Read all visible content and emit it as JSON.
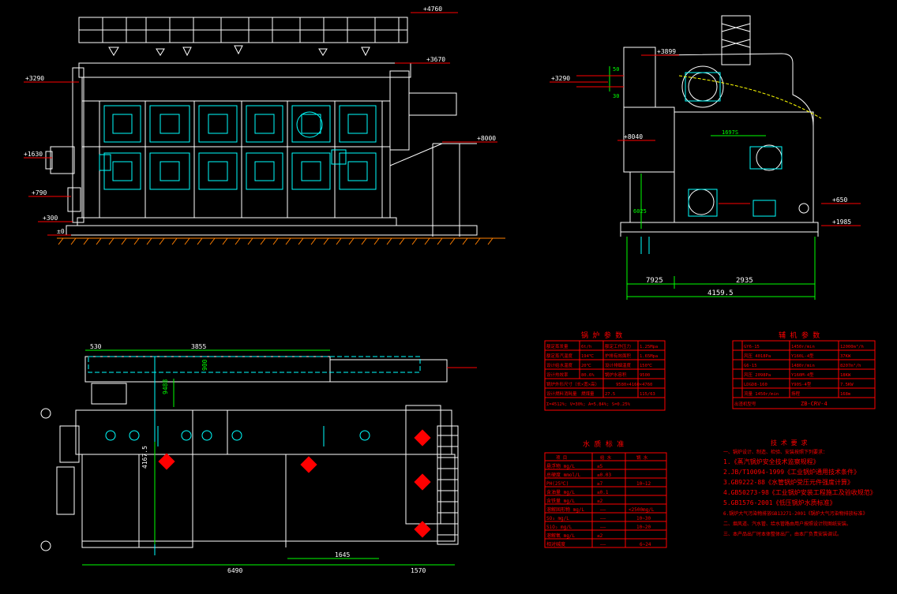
{
  "colors": {
    "background": "#000000",
    "outline": "#ffffff",
    "dim": "#00ff00",
    "red": "#ff0000",
    "cyan": "#00ffff",
    "yellow": "#ffff00",
    "magenta": "#ff00ff"
  },
  "front_view": {
    "levels": [
      "+4760",
      "+3670",
      "+3290",
      "+8000",
      "+1630",
      "+790",
      "+300",
      "±0"
    ]
  },
  "side_view": {
    "levels": [
      "+3899",
      "+3290",
      "+8040",
      "+650",
      "+1985"
    ],
    "dims": [
      "1697S",
      "7925",
      "2935",
      "4159.5",
      "6025"
    ],
    "ticks": [
      "50",
      "30"
    ]
  },
  "plan_view": {
    "dims": [
      "530",
      "3855",
      "6490",
      "1645",
      "1570",
      "4167.5",
      "9488",
      "900"
    ]
  },
  "boiler_params": {
    "title": "锅 炉 参 数",
    "rows": [
      {
        "a": "额定蒸发量",
        "b": "6t/h",
        "c": "额定工作压力",
        "d": "1.25Mpa"
      },
      {
        "a": "额定蒸汽温度",
        "b": "194℃",
        "c": "炉排有效面积",
        "d": "1.65Mpa"
      },
      {
        "a": "设计给水温度",
        "b": "20℃",
        "c": "设计排烟温度",
        "d": "150℃"
      },
      {
        "a": "设计热效率",
        "b": "80.6%",
        "c": "锅炉水容积",
        "d": "9500"
      },
      {
        "a": "锅炉外形尺寸（长×宽×高）",
        "b": "",
        "c": "",
        "d": "9580×4160×4760"
      },
      {
        "a": "设计燃料消耗量",
        "b": "燃煤量",
        "c": "27.5",
        "d": "115/63"
      },
      {
        "a": "Σ=4512%; V=30%; A=5.84%; S=0.25%",
        "b": "",
        "c": "",
        "d": ""
      }
    ]
  },
  "aux_params": {
    "title": "辅 机 参 数",
    "rows": [
      {
        "a": "GY6-15",
        "b": "1450r/min",
        "c": "12000m³/h"
      },
      {
        "a": "风压 4018Pa",
        "b": "Y160L-4型",
        "c": "37KW"
      },
      {
        "a": "G6-15",
        "b": "1480r/min",
        "c": "8207m³/h"
      },
      {
        "a": "风压 2098Pa",
        "b": "Y160M-4型",
        "c": "18KW"
      },
      {
        "a": "LDGD8-160",
        "b": "Y90S-4型",
        "c": "7.5KW"
      },
      {
        "a": "流量 1450r/min",
        "b": "扬程",
        "c": "168m"
      },
      {
        "a": "出渣机型号",
        "b": "",
        "c": "ZB-CRV-4"
      }
    ]
  },
  "water_quality": {
    "title": "水 质 标 准",
    "header": [
      "项 目",
      "给 水",
      "锅 水"
    ],
    "rows": [
      {
        "a": "悬浮物 mg/L",
        "b": "≤5",
        "c": ""
      },
      {
        "a": "总硬度 mmol/L",
        "b": "≤0.03",
        "c": ""
      },
      {
        "a": "PH(25℃)",
        "b": "≥7",
        "c": "10~12"
      },
      {
        "a": "含油量 mg/L",
        "b": "≤0.1",
        "c": ""
      },
      {
        "a": "含铁量 mg/L",
        "b": "≤2",
        "c": ""
      },
      {
        "a": "溶解固形物 mg/L",
        "b": "——",
        "c": "<2500mg/L"
      },
      {
        "a": "SO₃ mg/L",
        "b": "——",
        "c": "10~30"
      },
      {
        "a": "SiO₂ mg/L",
        "b": "——",
        "c": "10~20"
      },
      {
        "a": "溶解氧 mg/L",
        "b": "≤2",
        "c": ""
      },
      {
        "a": "相对碱度",
        "b": "——",
        "c": "6~24"
      }
    ]
  },
  "notes": {
    "title": "技 术 要 求",
    "lines": [
      "一、锅炉设计、制造、检验、安装按照下列要求：",
      "1.《蒸汽锅炉安全技术监察规程》",
      "2.JB/T10094-1999《工业锅炉通用技术条件》",
      "3.GB9222-88《水管锅炉受压元件强度计算》",
      "4.GB50273-98《工业锅炉安装工程施工及验收规范》",
      "5.GB1576-2001《低压锅炉水质标准》",
      "6.锅炉大气污染物排放GB13271-2001《锅炉大气污染物排放标准》",
      "二、烟风道、汽水管、给水管路由用户按照设计院图纸安装。",
      "三、本产品出厂时本体整体出厂，由本厂负责安装调试。"
    ]
  }
}
